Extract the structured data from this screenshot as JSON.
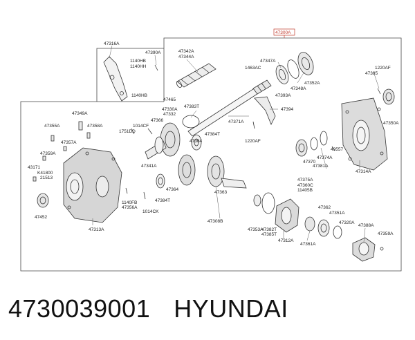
{
  "caption": {
    "part_number": "4730039001",
    "brand": "HYUNDAI"
  },
  "reference_box": {
    "label": "47300A"
  },
  "colors": {
    "line": "#444444",
    "reference": "#c0392b",
    "text": "#222222"
  },
  "callouts": [
    {
      "id": "c1",
      "text": "47316A"
    },
    {
      "id": "c2",
      "text": "47390A"
    },
    {
      "id": "c3",
      "text": "1140HB"
    },
    {
      "id": "c4",
      "text": "1140HH"
    },
    {
      "id": "c5",
      "text": "1140HB"
    },
    {
      "id": "c6",
      "text": "47342A"
    },
    {
      "id": "c7",
      "text": "47344A"
    },
    {
      "id": "c8",
      "text": "47347A"
    },
    {
      "id": "c9",
      "text": "1463AC"
    },
    {
      "id": "c10",
      "text": "47352A"
    },
    {
      "id": "c11",
      "text": "47348A"
    },
    {
      "id": "c12",
      "text": "47393A"
    },
    {
      "id": "c13",
      "text": "1220AF"
    },
    {
      "id": "c14",
      "text": "47395"
    },
    {
      "id": "c15",
      "text": "47465"
    },
    {
      "id": "c16",
      "text": "47330A"
    },
    {
      "id": "c17",
      "text": "47332"
    },
    {
      "id": "c18",
      "text": "47383T"
    },
    {
      "id": "c19",
      "text": "47394"
    },
    {
      "id": "c20",
      "text": "47349A"
    },
    {
      "id": "c21",
      "text": "47366"
    },
    {
      "id": "c22",
      "text": "1014CF"
    },
    {
      "id": "c23",
      "text": "47371A"
    },
    {
      "id": "c24",
      "text": "47355A"
    },
    {
      "id": "c25",
      "text": "47358A"
    },
    {
      "id": "c26",
      "text": "1751DD"
    },
    {
      "id": "c27",
      "text": "1220AF"
    },
    {
      "id": "c28",
      "text": "47350A"
    },
    {
      "id": "c29",
      "text": "47357A"
    },
    {
      "id": "c30",
      "text": "47384T"
    },
    {
      "id": "c31",
      "text": "47364"
    },
    {
      "id": "c32",
      "text": "49557"
    },
    {
      "id": "c33",
      "text": "47359A"
    },
    {
      "id": "c34",
      "text": "47374A"
    },
    {
      "id": "c35",
      "text": "47370"
    },
    {
      "id": "c36",
      "text": "47341A"
    },
    {
      "id": "c37",
      "text": "43171"
    },
    {
      "id": "c38",
      "text": "K41800"
    },
    {
      "id": "c39",
      "text": "21513"
    },
    {
      "id": "c40",
      "text": "47381A"
    },
    {
      "id": "c41",
      "text": "47314A"
    },
    {
      "id": "c42",
      "text": "47375A"
    },
    {
      "id": "c43",
      "text": "47360C"
    },
    {
      "id": "c44",
      "text": "11405B"
    },
    {
      "id": "c45",
      "text": "47364"
    },
    {
      "id": "c46",
      "text": "47363"
    },
    {
      "id": "c47",
      "text": "47384T"
    },
    {
      "id": "c48",
      "text": "1140FB"
    },
    {
      "id": "c49",
      "text": "47356A"
    },
    {
      "id": "c50",
      "text": "1014CK"
    },
    {
      "id": "c51",
      "text": "47362"
    },
    {
      "id": "c52",
      "text": "47351A"
    },
    {
      "id": "c53",
      "text": "47452"
    },
    {
      "id": "c54",
      "text": "47320A"
    },
    {
      "id": "c55",
      "text": "47308B"
    },
    {
      "id": "c56",
      "text": "47353A"
    },
    {
      "id": "c57",
      "text": "47388A"
    },
    {
      "id": "c58",
      "text": "47382T"
    },
    {
      "id": "c59",
      "text": "47385T"
    },
    {
      "id": "c60",
      "text": "47359A"
    },
    {
      "id": "c61",
      "text": "47313A"
    },
    {
      "id": "c62",
      "text": "47312A"
    },
    {
      "id": "c63",
      "text": "47361A"
    }
  ]
}
